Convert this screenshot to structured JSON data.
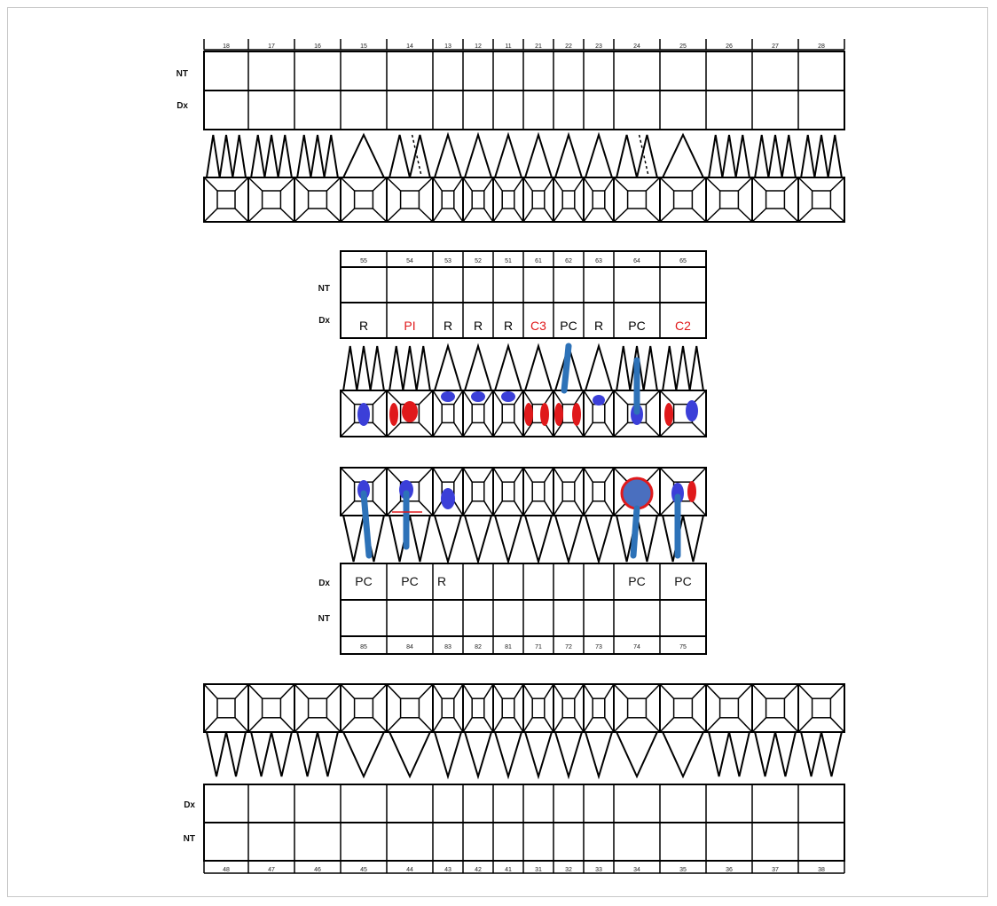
{
  "row_labels": {
    "nt": "NT",
    "dx": "Dx"
  },
  "colors": {
    "ink": "#000000",
    "red_mark": "#e0191b",
    "blue_mark": "#3b3fd8",
    "blue_root": "#2d72b8",
    "filled_circle": "#4a6fbf"
  },
  "permanent_upper": {
    "numbers": [
      "18",
      "17",
      "16",
      "15",
      "14",
      "13",
      "12",
      "11",
      "21",
      "22",
      "23",
      "24",
      "25",
      "26",
      "27",
      "28"
    ],
    "roots": [
      3,
      3,
      3,
      1,
      2,
      1,
      1,
      1,
      1,
      1,
      1,
      2,
      1,
      3,
      3,
      3
    ]
  },
  "primary_upper": {
    "numbers": [
      "55",
      "54",
      "53",
      "52",
      "51",
      "61",
      "62",
      "63",
      "64",
      "65"
    ],
    "dx": [
      "R",
      "PI",
      "R",
      "R",
      "R",
      "C3",
      "PC",
      "R",
      "PC",
      "C2"
    ],
    "dx_colors": [
      "#000",
      "#e0191b",
      "#000",
      "#000",
      "#000",
      "#e0191b",
      "#000",
      "#000",
      "#000",
      "#e0191b"
    ],
    "roots": [
      3,
      3,
      1,
      1,
      1,
      1,
      1,
      1,
      3,
      3
    ]
  },
  "primary_lower": {
    "numbers": [
      "85",
      "84",
      "83",
      "82",
      "81",
      "71",
      "72",
      "73",
      "74",
      "75"
    ],
    "dx": [
      "PC",
      "PC",
      "R",
      "",
      "",
      "",
      "",
      "",
      "PC",
      "PC"
    ],
    "roots": [
      2,
      2,
      1,
      1,
      1,
      1,
      1,
      1,
      2,
      2
    ]
  },
  "permanent_lower": {
    "numbers": [
      "48",
      "47",
      "46",
      "45",
      "44",
      "43",
      "42",
      "41",
      "31",
      "32",
      "33",
      "34",
      "35",
      "36",
      "37",
      "38"
    ],
    "roots": [
      2,
      2,
      2,
      1,
      1,
      1,
      1,
      1,
      1,
      1,
      1,
      1,
      1,
      2,
      2,
      2
    ]
  }
}
